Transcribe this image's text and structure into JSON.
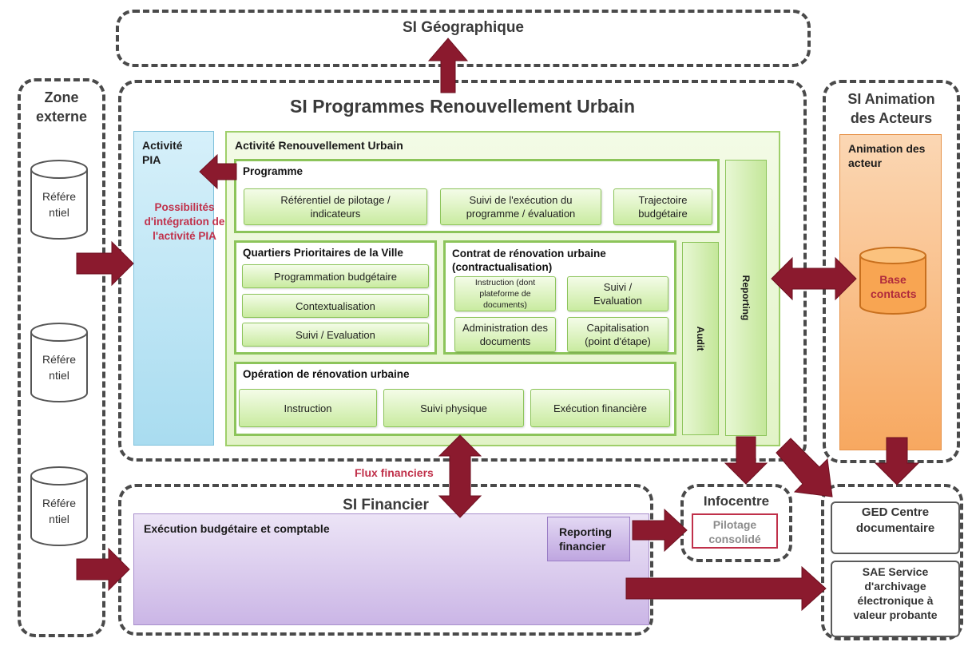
{
  "si_geographique": "SI Géographique",
  "zone_externe": "Zone externe",
  "referentiel": [
    "Référe",
    "ntiel"
  ],
  "si_programmes": "SI Programmes Renouvellement Urbain",
  "activite_pia": {
    "title": "Activité PIA",
    "note": "Possibilités d'intégration de l'activité PIA"
  },
  "activite_ru": "Activité  Renouvellement  Urbain",
  "programme": {
    "title": "Programme",
    "items": [
      "Référentiel de pilotage / indicateurs",
      "Suivi de l'exécution du programme / évaluation",
      "Trajectoire budgétaire"
    ]
  },
  "qpv": {
    "title": "Quartiers Prioritaires de la Ville",
    "items": [
      "Programmation budgétaire",
      "Contextualisation",
      "Suivi / Evaluation"
    ]
  },
  "contrat": {
    "title": "Contrat de rénovation urbaine (contractualisation)",
    "items": [
      "Instruction (dont plateforme de documents)",
      "Suivi / Evaluation",
      "Administration des documents",
      "Capitalisation (point d'étape)"
    ]
  },
  "operation": {
    "title": "Opération de rénovation urbaine",
    "items": [
      "Instruction",
      "Suivi physique",
      "Exécution financière"
    ]
  },
  "audit": "Audit",
  "reporting": "Reporting",
  "si_animation": "SI Animation des Acteurs",
  "animation": {
    "title": "Animation des acteur",
    "db": "Base contacts"
  },
  "flux": "Flux financiers",
  "si_financier": "SI Financier",
  "execution": "Exécution budgétaire et comptable",
  "reporting_financier": "Reporting financier",
  "infocentre": {
    "title": "Infocentre",
    "pilotage": "Pilotage consolidé"
  },
  "ged": "GED Centre documentaire",
  "sae": "SAE Service d'archivage électronique à valeur probante",
  "colors": {
    "arrow": "#8b1a2e",
    "accent_text": "#c0304a",
    "pia": "#bfe6f5",
    "animation": "#f8b070",
    "financier": "#ddd0ef"
  }
}
